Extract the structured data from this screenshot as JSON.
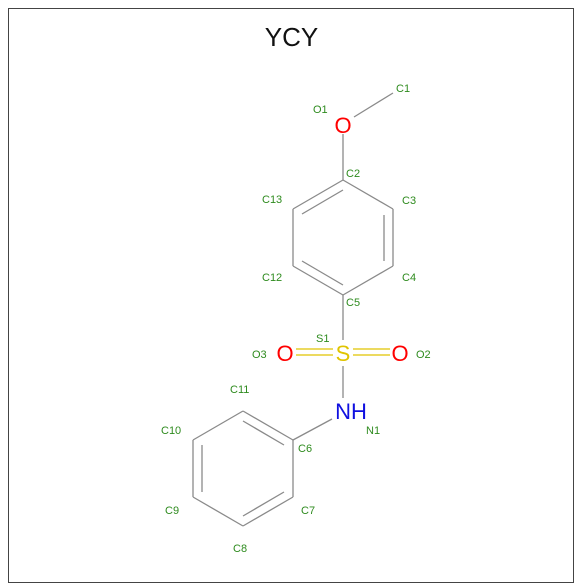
{
  "title": "YCY",
  "atoms": {
    "C1": "C1",
    "O1": "O1",
    "C2": "C2",
    "C3": "C3",
    "C4": "C4",
    "C5": "C5",
    "C6": "C6",
    "C7": "C7",
    "C8": "C8",
    "C9": "C9",
    "C10": "C10",
    "C11": "C11",
    "C12": "C12",
    "C13": "C13",
    "S1": "S1",
    "O2": "O2",
    "O3": "O3",
    "N1": "N1"
  },
  "elements": {
    "O1": "O",
    "S1": "S",
    "O2": "O",
    "O3": "O",
    "N1": "NH"
  },
  "colors": {
    "oxygen": "#ff0000",
    "sulfur": "#e0c400",
    "nitrogen": "#1010e0",
    "bond": "#8a8a8a",
    "label": "#2e8b1e"
  }
}
